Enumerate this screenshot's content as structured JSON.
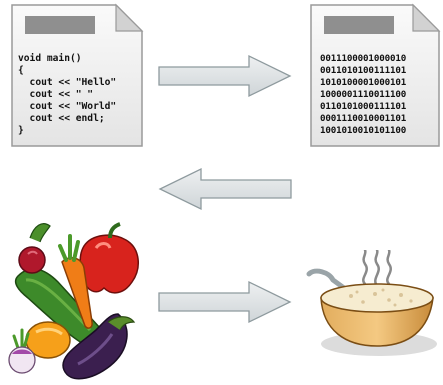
{
  "source_code": {
    "lines": [
      "void main()",
      "{",
      "  cout << \"Hello\"",
      "  cout << \" \"",
      "  cout << \"World\"",
      "  cout << endl;",
      "}"
    ]
  },
  "machine_code": {
    "lines": [
      "0011100001000010",
      "0011010100111101",
      "1010100001000101",
      "1000001110011100",
      "0110101000111101",
      "0001110010001101",
      "1001010010101100"
    ]
  },
  "colors": {
    "paper": "#f3f3f3",
    "paper_edge": "#9a9a9a",
    "fold": "#cfcfcf",
    "header_bar": "#8f8f8f",
    "arrow_fill": "#dde1e3",
    "arrow_stroke": "#8e9a9e",
    "bowl": "#e9b96e",
    "bowl_dark": "#c88b3a",
    "soup": "#f6ecd0"
  },
  "icons": [
    "source-document-icon",
    "machine-code-document-icon",
    "vegetables-icon",
    "soup-bowl-icon",
    "right-arrow-icon",
    "left-arrow-icon"
  ]
}
